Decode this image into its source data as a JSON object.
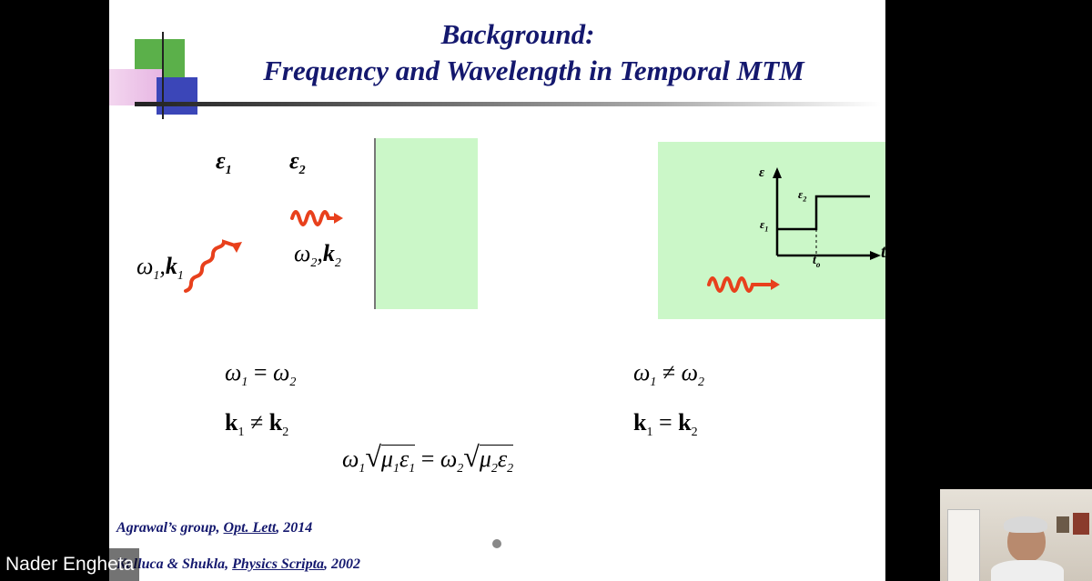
{
  "slide": {
    "title_line1": "Background:",
    "title_line2": "Frequency and Wavelength in Temporal MTM",
    "left_diagram": {
      "eps1": "ε",
      "eps1_sub": "1",
      "eps2": "ε",
      "eps2_sub": "2",
      "w1k1": "ω",
      "w1k1_sub1": "1",
      "w1k1_mid": ",",
      "w1k1_k": "k",
      "w1k1_sub2": "1",
      "w2k2": "ω",
      "w2k2_sub1": "2",
      "w2k2_mid": ",",
      "w2k2_k": "k",
      "w2k2_sub2": "2"
    },
    "right_diagram": {
      "axis_y": "ε",
      "axis_x": "t",
      "eps1": "ε",
      "eps1_sub": "1",
      "eps2": "ε",
      "eps2_sub": "2",
      "t0": "t",
      "t0_sub": "o"
    },
    "eq_left_1": {
      "a": "ω",
      "as": "1",
      "op": " = ",
      "b": "ω",
      "bs": "2"
    },
    "eq_left_2": {
      "a": "k",
      "as": "1",
      "op": " ≠ ",
      "b": "k",
      "bs": "2"
    },
    "eq_right_1": {
      "a": "ω",
      "as": "1",
      "op": " ≠ ",
      "b": "ω",
      "bs": "2"
    },
    "eq_right_2": {
      "a": "k",
      "as": "1",
      "op": " = ",
      "b": "k",
      "bs": "2"
    },
    "eq_center": {
      "w1": "ω",
      "w1s": "1",
      "mu1": "μ",
      "mu1s": "1",
      "e1": "ε",
      "e1s": "1",
      "op": " = ",
      "w2": "ω",
      "w2s": "2",
      "mu2": "μ",
      "mu2s": "2",
      "e2": "ε",
      "e2s": "2"
    },
    "ref1_prefix": "Agrawal’s group, ",
    "ref1_link": "Opt. Lett",
    "ref1_suffix": ", 2014",
    "ref2_prefix": "Kalluca & Shukla, ",
    "ref2_link": "Physics Scripta",
    "ref2_suffix": ", 2002"
  },
  "speaker": {
    "name": "Nader Engheta"
  },
  "colors": {
    "title": "#14186e",
    "wave": "#e8401c",
    "panel": "#cbf7c8"
  }
}
